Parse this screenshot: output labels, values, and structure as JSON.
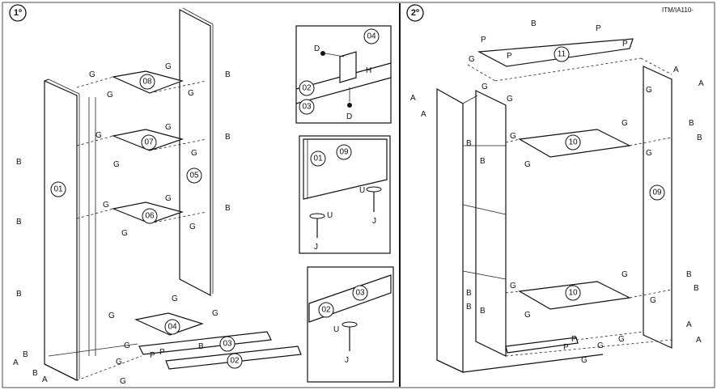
{
  "step1": {
    "badge": "1º"
  },
  "step2": {
    "badge": "2º"
  },
  "doc_code": "ITM/IA110-",
  "parts": {
    "p01": "01",
    "p02": "02",
    "p03": "03",
    "p04": "04",
    "p05": "05",
    "p06": "06",
    "p07": "07",
    "p08": "08",
    "p09": "09",
    "p10": "10",
    "p11": "11"
  },
  "hardware": {
    "A": "A",
    "B": "B",
    "D": "D",
    "G": "G",
    "H": "H",
    "J": "J",
    "P": "P",
    "U": "U"
  }
}
